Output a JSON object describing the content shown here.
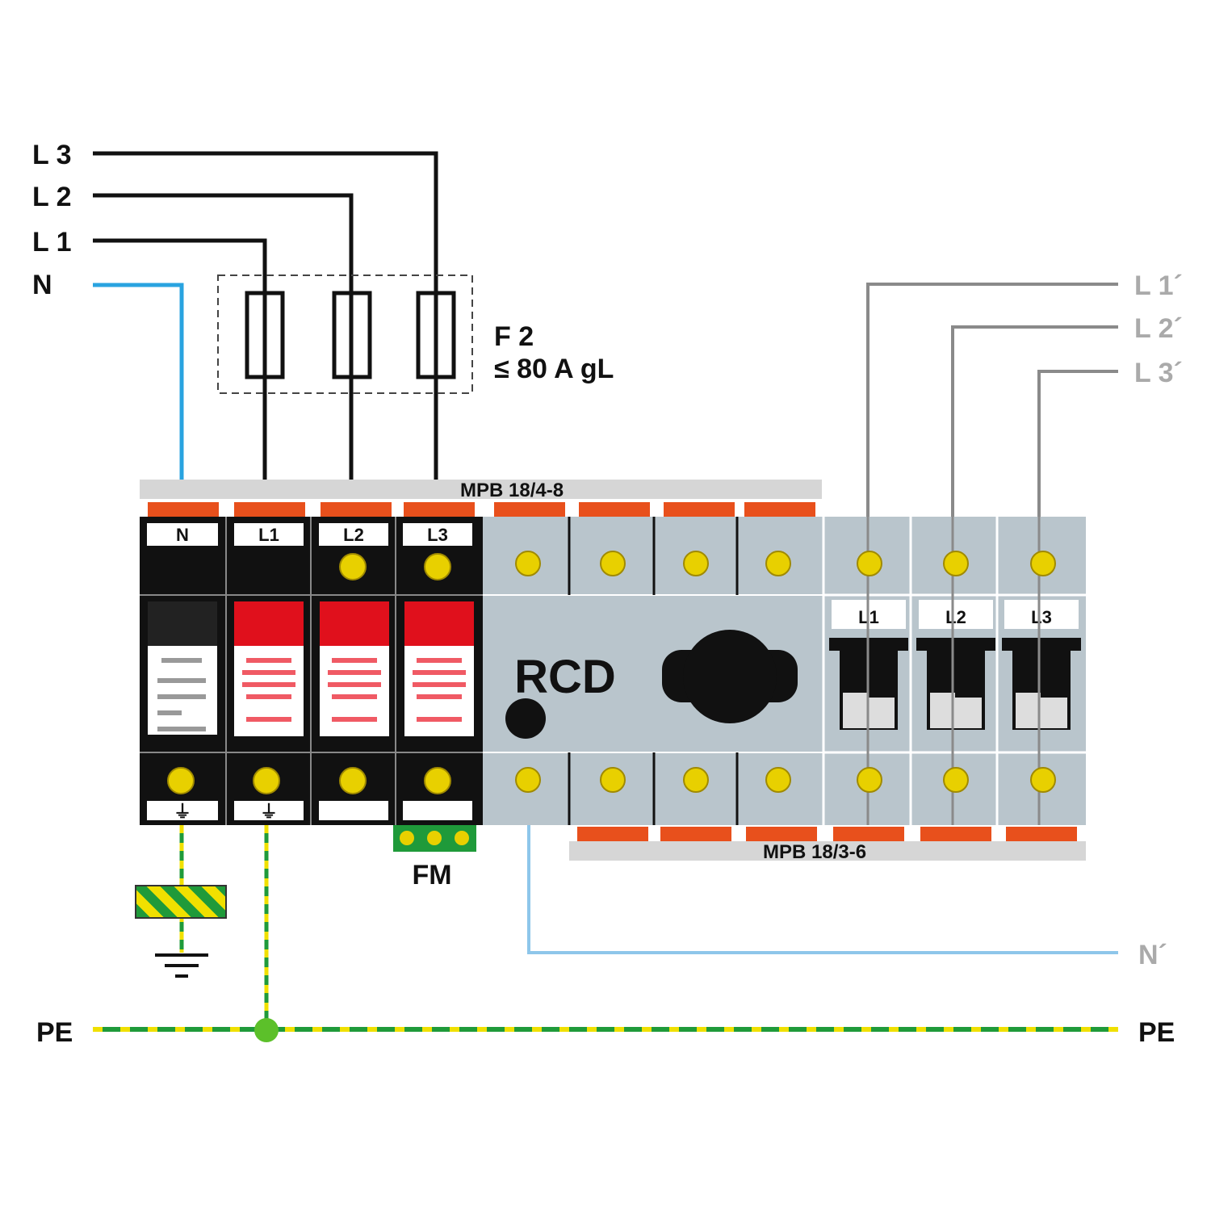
{
  "supply_lines": [
    "L 3",
    "L 2",
    "L 1",
    "N"
  ],
  "fuse": {
    "name": "F 2",
    "rating": "≤ 80 A gL"
  },
  "output_lines": [
    "L 1´",
    "L 2´",
    "L 3´"
  ],
  "neutral_out": "N´",
  "pe": {
    "left": "PE",
    "right": "PE"
  },
  "busbar_top": "MPB 18/4-8",
  "busbar_bottom": "MPB 18/3-6",
  "spd_modules": [
    "N",
    "L1",
    "L2",
    "L3"
  ],
  "rcd_label": "RCD",
  "mcb_labels": [
    "L1",
    "L2",
    "L3"
  ],
  "fm_label": "FM",
  "ground_marks": [
    "⏚",
    "⏚"
  ],
  "colors": {
    "neutral": "#29a3e0",
    "phase": "#111111",
    "output": "#8a8a8a",
    "orange": "#e8501c",
    "rcd_gray": "#b9c5cc",
    "spd_red": "#e0101c",
    "pe_green": "#1f9a3a",
    "pe_yellow": "#f0e000"
  }
}
